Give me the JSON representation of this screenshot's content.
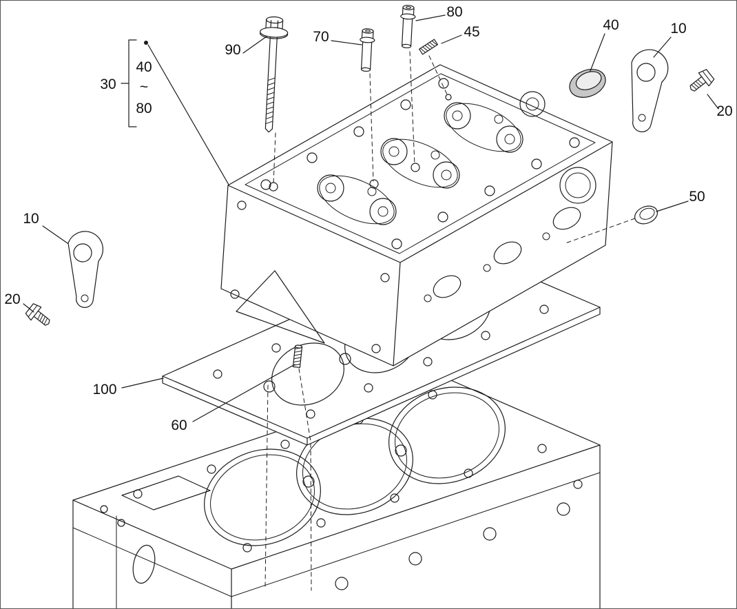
{
  "diagram": {
    "colors": {
      "line": "#1a1a1a",
      "background": "#ffffff",
      "cap_fill": "#c7c7c7"
    },
    "callouts": {
      "c90": "90",
      "c70": "70",
      "c80_top": "80",
      "c45": "45",
      "c40_top": "40",
      "c10_right": "10",
      "c20_right": "20",
      "c30": "30",
      "c30_item_top": "40",
      "c30_item_mid": "~",
      "c30_item_bottom": "80",
      "c50": "50",
      "c10_left": "10",
      "c20_left": "20",
      "c100": "100",
      "c60": "60"
    }
  }
}
